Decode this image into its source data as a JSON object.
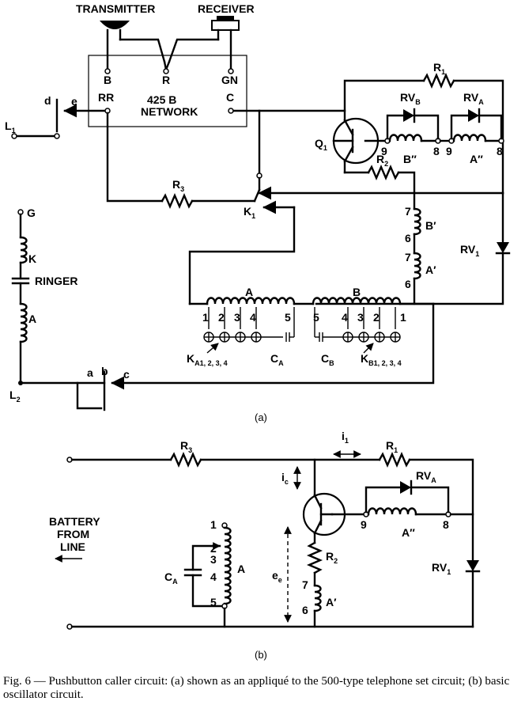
{
  "part_a": {
    "transmitter": "TRANSMITTER",
    "receiver": "RECEIVER",
    "network_line1": "425 B",
    "network_line2": "NETWORK",
    "term_b": "B",
    "term_r": "R",
    "term_gn": "GN",
    "term_rr": "RR",
    "term_c": "C",
    "contact_d": "d",
    "contact_e": "e",
    "l1": "L",
    "l1_sub": "1",
    "l2": "L",
    "l2_sub": "2",
    "g": "G",
    "k": "K",
    "ringer": "RINGER",
    "a": "A",
    "contact_a": "a",
    "contact_b": "b",
    "contact_c": "c",
    "r1": "R",
    "r1_sub": "1",
    "r2": "R",
    "r2_sub": "2",
    "r3": "R",
    "r3_sub": "3",
    "q1": "Q",
    "q1_sub": "1",
    "rvb": "RV",
    "rvb_sub": "B",
    "rva": "RV",
    "rva_sub": "A",
    "rv1": "RV",
    "rv1_sub": "1",
    "k1": "K",
    "k1_sub": "1",
    "b_dprime": "B″",
    "a_dprime": "A″",
    "b_prime": "B′",
    "a_prime": "A′",
    "coil_a": "A",
    "coil_b": "B",
    "ca": "C",
    "ca_sub": "A",
    "cb": "C",
    "cb_sub": "B",
    "ka": "K",
    "ka_sub": "A1, 2, 3, 4",
    "kb": "K",
    "kb_sub": "B1, 2, 3, 4",
    "tap_labels_a": [
      "1",
      "2",
      "3",
      "4",
      "5"
    ],
    "tap_labels_b": [
      "5",
      "4",
      "3",
      "2",
      "1"
    ],
    "n9a": "9",
    "n8a": "8",
    "n9b": "9",
    "n8b": "8",
    "n7": "7",
    "n6": "6",
    "n7b": "7",
    "n6b": "6",
    "label": "(a)"
  },
  "part_b": {
    "r3": "R",
    "r3_sub": "3",
    "r1": "R",
    "r1_sub": "1",
    "r2": "R",
    "r2_sub": "2",
    "i1": "i",
    "i1_sub": "1",
    "ic": "i",
    "ic_sub": "c",
    "ee": "e",
    "ee_sub": "e",
    "rva": "RV",
    "rva_sub": "A",
    "rv1": "RV",
    "rv1_sub": "1",
    "a_dprime": "A″",
    "a_prime": "A′",
    "coil_a": "A",
    "ca": "C",
    "ca_sub": "A",
    "battery1": "BATTERY",
    "battery2": "FROM",
    "battery3": "LINE",
    "n1": "1",
    "n2": "2",
    "n3": "3",
    "n4": "4",
    "n5": "5",
    "n9": "9",
    "n8": "8",
    "n7": "7",
    "n6": "6",
    "label": "(b)"
  },
  "caption": "Fig. 6 — Pushbutton caller circuit: (a) shown as an appliqué to the 500-type telephone set circuit; (b) basic oscillator circuit."
}
